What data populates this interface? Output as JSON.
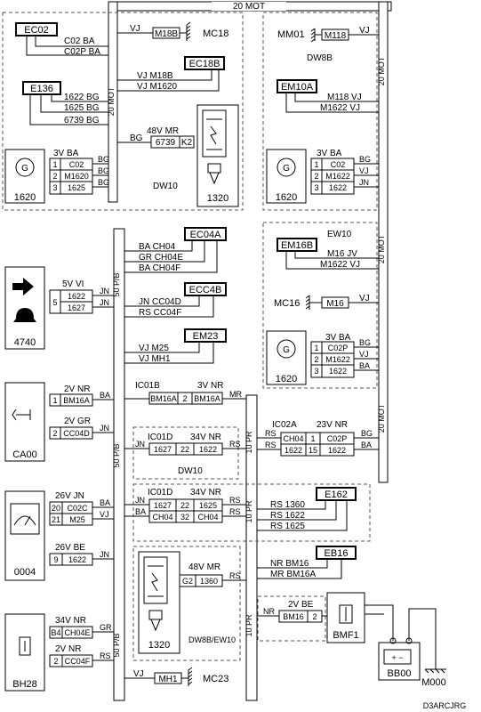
{
  "harness": {
    "mot_label": "20 MOT",
    "pb_label": "50 P/B",
    "pr_label": "10 PR",
    "mot_side_label": "20 MOT"
  },
  "top_left": {
    "ec02": "EC02",
    "c02": "C02 BA",
    "c02p": "C02P BA",
    "vj": "VJ",
    "m18b": "M18B",
    "mc18": "MC18",
    "ec18b": "EC18B",
    "m18b_w": "VJ M18B",
    "m1620_w": "VJ M1620",
    "e136": "E136",
    "w1622": "1622 BG",
    "w1625": "1625 BG",
    "w6739": "6739 BG",
    "mr48": "48V MR",
    "bg": "BG",
    "p6739": "6739",
    "k2": "K2",
    "conn_3v": "3V BA",
    "pins": [
      "1",
      "2",
      "3"
    ],
    "sig": [
      "C02",
      "M1620",
      "1625"
    ],
    "side_colors": [
      "BG",
      "BG",
      "BG"
    ],
    "gen": "1620",
    "dw10": "DW10",
    "cpu": "1320"
  },
  "top_right": {
    "mm01": "MM01",
    "m118": "M118",
    "vj": "VJ",
    "dw8b": "DW8B",
    "em10a": "EM10A",
    "m118vj": "M118 VJ",
    "m1622vj": "M1622 VJ",
    "conn_3v": "3V BA",
    "pins": [
      "1",
      "2",
      "3"
    ],
    "sig": [
      "C02",
      "M1622",
      "1622"
    ],
    "side_colors": [
      "BG",
      "VJ",
      "JN"
    ],
    "gen": "1620"
  },
  "mid_right": {
    "ew10": "EW10",
    "em16b": "EM16B",
    "m16jv": "M16 JV",
    "m1622vj": "M1622 VJ",
    "mc16": "MC16",
    "m16": "M16",
    "vj": "VJ",
    "conn_3v": "3V BA",
    "pins": [
      "1",
      "2",
      "3"
    ],
    "sig": [
      "C02P",
      "M1622",
      "1622"
    ],
    "side_colors": [
      "BG",
      "VJ",
      "BA"
    ],
    "gen": "1620"
  },
  "mid_left": {
    "ec04a": "EC04A",
    "ch04": "BA CH04",
    "ch04e": "GR CH04E",
    "ch04f": "BA CH04F",
    "ecc4b": "ECC4B",
    "cc04d": "JN CC04D",
    "cc04f": "RS CC04F",
    "em23": "EM23",
    "m25": "VJ M25",
    "mh1": "VJ MH1",
    "conn_5v": "5V VI",
    "p5": "5",
    "p1622": "1622",
    "p1627": "1627",
    "jn1": "JN",
    "jn2": "JN",
    "dev4740": "4740"
  },
  "ca00": {
    "c2v_nr": "2V NR",
    "p1": "1",
    "bm16a": "BM16A",
    "ba": "BA",
    "c2v_gr": "2V GR",
    "p2": "2",
    "cc04d": "CC04D",
    "jn": "JN",
    "label": "CA00"
  },
  "ic01b": {
    "name": "IC01B",
    "conn": "3V NR",
    "left": "BM16A",
    "pin": "2",
    "right": "BM16A",
    "mr": "MR"
  },
  "ic01d_a": {
    "name": "IC01D",
    "conn": "34V NR",
    "jn": "JN",
    "left": "1627",
    "pin": "22",
    "right": "1622",
    "rs": "RS",
    "dw10": "DW10"
  },
  "ic02a": {
    "name": "IC02A",
    "conn": "23V NR",
    "rs1": "RS",
    "rs2": "RS",
    "row1": [
      "CH04",
      "1",
      "C02P"
    ],
    "row2": [
      "1622",
      "15",
      "1622"
    ],
    "bg": "BG",
    "ba": "BA"
  },
  "ic01d_b": {
    "name": "IC01D",
    "conn": "34V NR",
    "jn": "JN",
    "ba": "BA",
    "row1": [
      "1627",
      "22",
      "1625"
    ],
    "row2": [
      "CH04",
      "32",
      "CH04"
    ],
    "rs1": "RS",
    "rs2": "RS"
  },
  "e162": {
    "name": "E162",
    "w1360": "RS 1360",
    "w1622": "RS 1622",
    "w1625": "RS 1625"
  },
  "dev0004": {
    "conn26": "26V JN",
    "rows": [
      [
        "20",
        "C02C"
      ],
      [
        "21",
        "M25"
      ]
    ],
    "ba": "BA",
    "vj": "VJ",
    "conn26be": "26V BE",
    "p9": "9",
    "p1622": "1622",
    "jn": "JN",
    "label": "0004"
  },
  "eb16": {
    "name": "EB16",
    "nr": "NR BM16",
    "mr": "MR BM16A"
  },
  "cpu_low": {
    "mr48": "48V MR",
    "g2": "G2",
    "p1360": "1360",
    "rs": "RS",
    "label": "1320",
    "dw": "DW8B/EW10"
  },
  "bh28": {
    "conn34": "34V NR",
    "b4": "B4",
    "ch04e": "CH04E",
    "gr": "GR",
    "conn2": "2V NR",
    "p2": "2",
    "cc04f": "CC04F",
    "rs": "RS",
    "label": "BH28"
  },
  "bmf1": {
    "conn": "2V BE",
    "nr": "NR",
    "bm16": "BM16",
    "p2": "2",
    "label": "BMF1"
  },
  "mc23": {
    "vj": "VJ",
    "mh1": "MH1",
    "label": "MC23"
  },
  "bb00": "BB00",
  "m000": "M000",
  "ref": "D3ARCJRG"
}
